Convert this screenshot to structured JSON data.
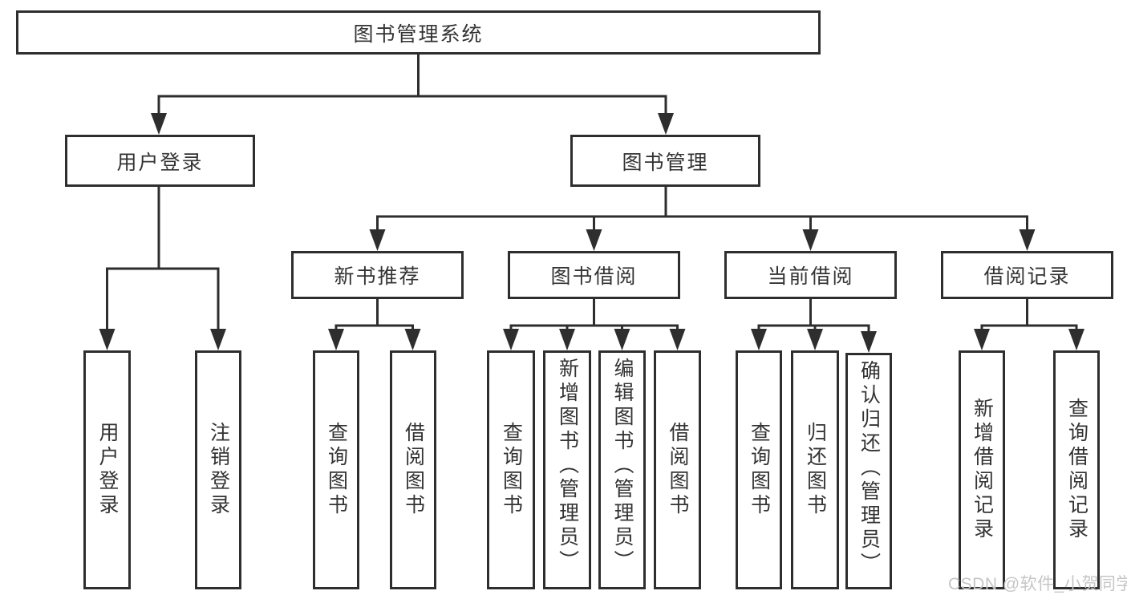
{
  "tree": {
    "root": {
      "label": "图书管理系统",
      "children": [
        {
          "label": "用户登录",
          "children": [
            {
              "label": "用户登录"
            },
            {
              "label": "注销登录"
            }
          ]
        },
        {
          "label": "图书管理",
          "children": [
            {
              "label": "新书推荐",
              "children": [
                {
                  "label": "查询图书"
                },
                {
                  "label": "借阅图书"
                }
              ]
            },
            {
              "label": "图书借阅",
              "children": [
                {
                  "label": "查询图书"
                },
                {
                  "label": "新增图书（管理员）"
                },
                {
                  "label": "编辑图书（管理员）"
                },
                {
                  "label": "借阅图书"
                }
              ]
            },
            {
              "label": "当前借阅",
              "children": [
                {
                  "label": "查询图书"
                },
                {
                  "label": "归还图书"
                },
                {
                  "label": "确认归还（管理员）"
                }
              ]
            },
            {
              "label": "借阅记录",
              "children": [
                {
                  "label": "新增借阅记录"
                },
                {
                  "label": "查询借阅记录"
                }
              ]
            }
          ]
        }
      ]
    }
  },
  "watermark": {
    "text": "CSDN @软件_小贺同学"
  },
  "colors": {
    "line": "#2e2e2e",
    "box_border": "#2e2e2e",
    "text": "#333333",
    "watermark": "#c6c6c6",
    "background": "#ffffff"
  }
}
